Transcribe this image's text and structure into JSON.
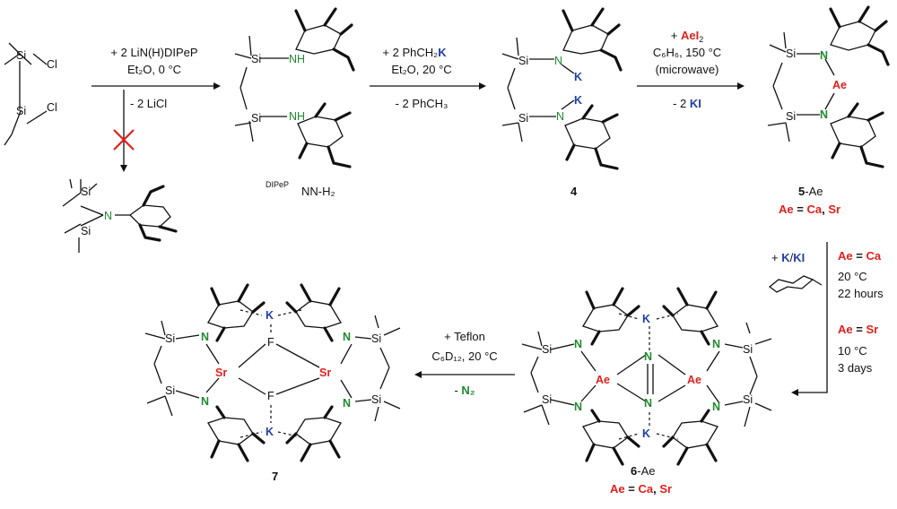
{
  "atoms": {
    "si": "Si",
    "cl": "Cl",
    "n": "N",
    "nh": "NH",
    "k": "K",
    "ae": "Ae",
    "sr": "Sr",
    "f": "F"
  },
  "step1": {
    "reagent": "+ 2 LiN(H)DIPeP",
    "conditions": "Et₂O, 0 °C",
    "byproduct": "- 2 LiCl"
  },
  "step2": {
    "reagent_prefix": "+ 2 PhCH₂",
    "reagent_k": "K",
    "conditions": "Et₂O, 20 °C",
    "byproduct": "- 2 PhCH₃"
  },
  "step3": {
    "reagent_plus": "+ ",
    "reagent_ae": "AeI",
    "reagent_sub": "2",
    "conditions": "C₆H₆, 150 °C",
    "note": "(microwave)",
    "byproduct_prefix": "- 2 ",
    "byproduct_k": "KI"
  },
  "step4": {
    "reagent_plus": "+ ",
    "reagent_k": "K",
    "reagent_sep": "/",
    "reagent_ki": "KI",
    "ca_label_ae": "Ae",
    "ca_label_eq": " = ",
    "ca_label_el": "Ca",
    "ca_temp": "20 °C",
    "ca_time": "22 hours",
    "sr_label_ae": "Ae",
    "sr_label_eq": " = ",
    "sr_label_el": "Sr",
    "sr_temp": "10 °C",
    "sr_time": "3 days"
  },
  "step5": {
    "reagent": "+ Teflon",
    "conditions": "C₆D₁₂, 20 °C",
    "byproduct_prefix": "- ",
    "byproduct_n2": "N₂"
  },
  "compounds": {
    "amine": {
      "sup": "DIPeP",
      "label": "NN-H₂"
    },
    "c4": {
      "label": "4"
    },
    "c5": {
      "num": "5",
      "suffix": "-Ae",
      "ae": "Ae",
      "eq": " = ",
      "ca": "Ca",
      "comma": ", ",
      "sr": "Sr"
    },
    "c6": {
      "num": "6",
      "suffix": "-Ae",
      "ae": "Ae",
      "eq": " = ",
      "ca": "Ca",
      "comma": ", ",
      "sr": "Sr"
    },
    "c7": {
      "label": "7"
    }
  }
}
